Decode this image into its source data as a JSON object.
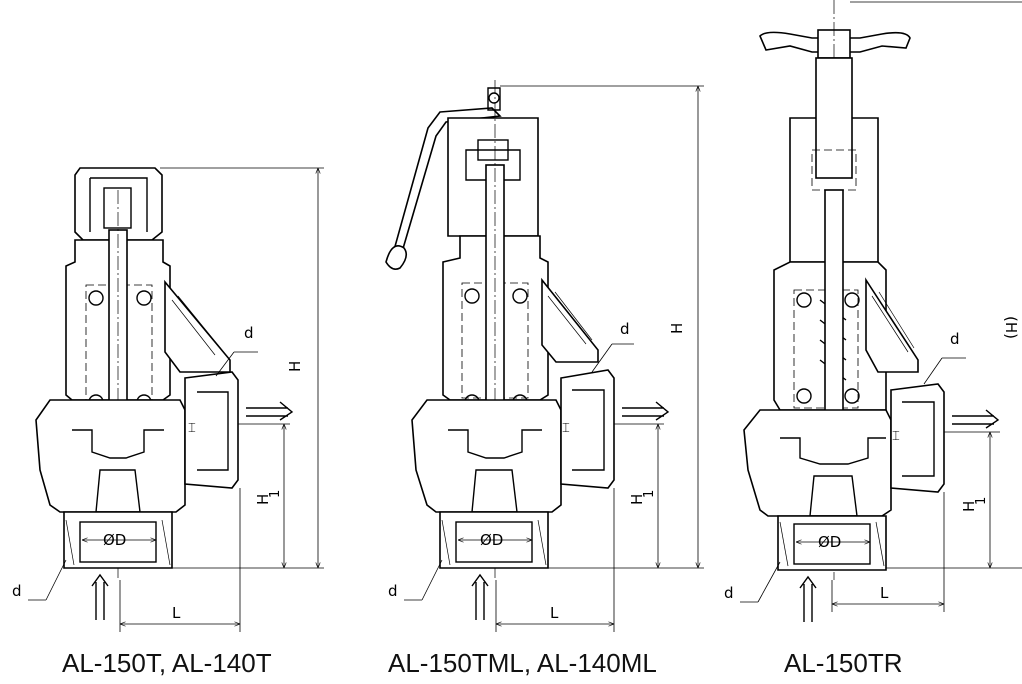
{
  "valves": [
    {
      "caption": "AL-150T, AL-140T",
      "labels": {
        "height": "H",
        "inlet_height": "H",
        "inlet_sub": "1",
        "length": "L",
        "diameter": "ØD",
        "connection_top": "d",
        "connection_bottom": "d"
      }
    },
    {
      "caption": "AL-150TML, AL-140ML",
      "labels": {
        "height": "H",
        "inlet_height": "H",
        "inlet_sub": "1",
        "length": "L",
        "diameter": "ØD",
        "connection_top": "d",
        "connection_bottom": "d"
      }
    },
    {
      "caption": "AL-150TR",
      "labels": {
        "height": "(H)",
        "inlet_height": "H",
        "inlet_sub": "1",
        "length": "L",
        "diameter": "ØD",
        "connection_top": "d",
        "connection_bottom": "d"
      }
    }
  ]
}
